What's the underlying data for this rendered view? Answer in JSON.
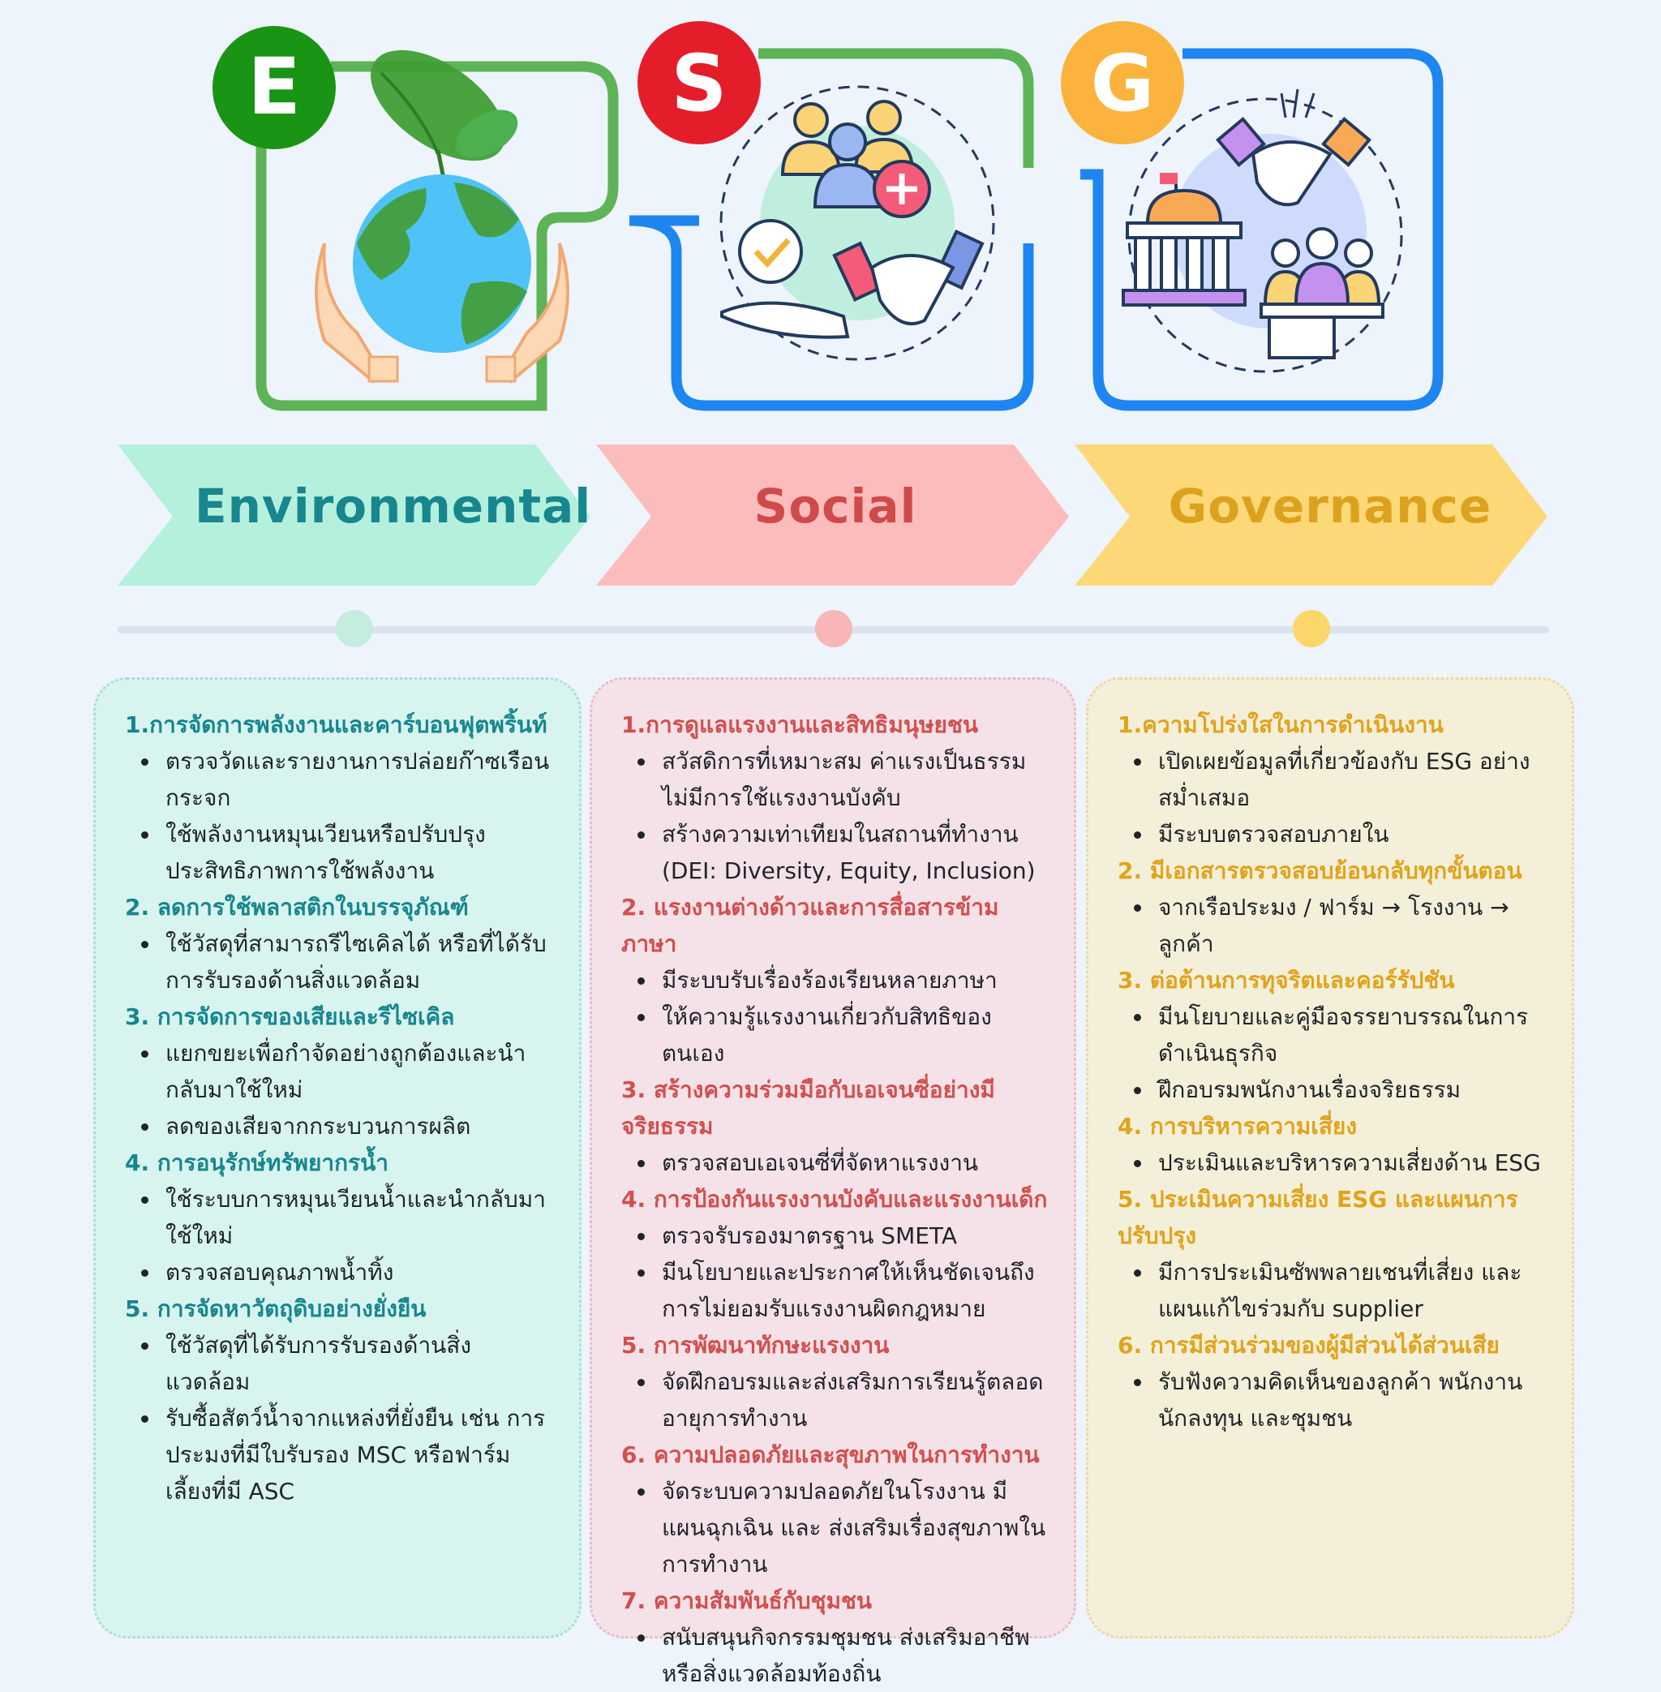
{
  "pillars": [
    {
      "letter": "E",
      "heading": "Environmental",
      "colors": {
        "badge": "#1a9415",
        "frame": "#5db457",
        "chevron": "#b4f0dc",
        "text": "#17868e",
        "dot": "#c4ede0"
      }
    },
    {
      "letter": "S",
      "heading": "Social",
      "colors": {
        "badge": "#e31e2a",
        "frame": "#5db457",
        "chevron": "#fdbcbc",
        "text": "#cf4a4a",
        "dot": "#f8b6b6"
      }
    },
    {
      "letter": "G",
      "heading": "Governance",
      "colors": {
        "badge": "#fbb33e",
        "frame": "#1e86f0",
        "chevron": "#fcd879",
        "text": "#dda21d",
        "dot": "#fbd76b"
      }
    }
  ],
  "icons": [
    "planet-in-hands-icon",
    "people-care-handshake-icon",
    "institution-handshake-meeting-icon"
  ],
  "panels": {
    "environmental": [
      {
        "title": "1.การจัดการพลังงานและคาร์บอนฟุตพริ้นท์",
        "items": [
          "ตรวจวัดและรายงานการปล่อยก๊าซเรือนกระจก",
          "ใช้พลังงานหมุนเวียนหรือปรับปรุงประสิทธิภาพการใช้พลังงาน"
        ]
      },
      {
        "title": "2. ลดการใช้พลาสติกในบรรจุภัณฑ์",
        "items": [
          "ใช้วัสดุที่สามารถรีไซเคิลได้ หรือที่ได้รับการรับรองด้านสิ่งแวดล้อม"
        ]
      },
      {
        "title": "3. การจัดการของเสียและรีไซเคิล",
        "items": [
          "แยกขยะเพื่อกำจัดอย่างถูกต้องและนำกลับมาใช้ใหม่",
          "ลดของเสียจากกระบวนการผลิต"
        ]
      },
      {
        "title": "4. การอนุรักษ์ทรัพยากรน้ำ",
        "items": [
          "ใช้ระบบการหมุนเวียนน้ำและนำกลับมาใช้ใหม่",
          "ตรวจสอบคุณภาพน้ำทิ้ง"
        ]
      },
      {
        "title": "5. การจัดหาวัตถุดิบอย่างยั่งยืน",
        "items": [
          "ใช้วัสดุที่ได้รับการรับรองด้านสิ่งแวดล้อม",
          "รับซื้อสัตว์น้ำจากแหล่งที่ยั่งยืน เช่น การประมงที่มีใบรับรอง MSC หรือฟาร์มเลี้ยงที่มี ASC"
        ]
      }
    ],
    "social": [
      {
        "title": "1.การดูแลแรงงานและสิทธิมนุษยชน",
        "items": [
          "สวัสดิการที่เหมาะสม ค่าแรงเป็นธรรม ไม่มีการใช้แรงงานบังคับ",
          "สร้างความเท่าเทียมในสถานที่ทำงาน (DEI: Diversity, Equity, Inclusion)"
        ]
      },
      {
        "title": "2. แรงงานต่างด้าวและการสื่อสารข้ามภาษา",
        "items": [
          "มีระบบรับเรื่องร้องเรียนหลายภาษา",
          "ให้ความรู้แรงงานเกี่ยวกับสิทธิของตนเอง"
        ]
      },
      {
        "title": "3. สร้างความร่วมมือกับเอเจนซี่อย่างมีจริยธรรม",
        "items": [
          "ตรวจสอบเอเจนซี่ที่จัดหาแรงงาน"
        ]
      },
      {
        "title": "4. การป้องกันแรงงานบังคับและแรงงานเด็ก",
        "items": [
          "ตรวจรับรองมาตรฐาน SMETA",
          "มีนโยบายและประกาศให้เห็นชัดเจนถึงการไม่ยอมรับแรงงานผิดกฎหมาย"
        ]
      },
      {
        "title": "5. การพัฒนาทักษะแรงงาน",
        "items": [
          "จัดฝึกอบรมและส่งเสริมการเรียนรู้ตลอดอายุการทำงาน"
        ]
      },
      {
        "title": "6. ความปลอดภัยและสุขภาพในการทำงาน",
        "items": [
          "จัดระบบความปลอดภัยในโรงงาน มีแผนฉุกเฉิน และ ส่งเสริมเรื่องสุขภาพในการทำงาน"
        ]
      },
      {
        "title": "7. ความสัมพันธ์กับชุมชน",
        "items": [
          "สนับสนุนกิจกรรมชุมชน ส่งเสริมอาชีพหรือสิ่งแวดล้อมท้องถิ่น"
        ]
      }
    ],
    "governance": [
      {
        "title": "1.ความโปร่งใสในการดำเนินงาน",
        "items": [
          "เปิดเผยข้อมูลที่เกี่ยวข้องกับ ESG อย่างสม่ำเสมอ",
          "มีระบบตรวจสอบภายใน"
        ]
      },
      {
        "title": "2. มีเอกสารตรวจสอบย้อนกลับทุกขั้นตอน",
        "items": [
          "จากเรือประมง / ฟาร์ม → โรงงาน → ลูกค้า"
        ]
      },
      {
        "title": "3. ต่อต้านการทุจริตและคอร์รัปชัน",
        "items": [
          "มีนโยบายและคู่มือจรรยาบรรณในการดำเนินธุรกิจ",
          "ฝึกอบรมพนักงานเรื่องจริยธรรม"
        ]
      },
      {
        "title": "4. การบริหารความเสี่ยง",
        "items": [
          "ประเมินและบริหารความเสี่ยงด้าน ESG"
        ]
      },
      {
        "title": "5. ประเมินความเสี่ยง ESG และแผนการปรับปรุง",
        "items": [
          "มีการประเมินซัพพลายเชนที่เสี่ยง และแผนแก้ไขร่วมกับ supplier"
        ]
      },
      {
        "title": "6. การมีส่วนร่วมของผู้มีส่วนได้ส่วนเสีย",
        "items": [
          "รับฟังความคิดเห็นของลูกค้า พนักงาน นักลงทุน และชุมชน"
        ]
      }
    ]
  }
}
